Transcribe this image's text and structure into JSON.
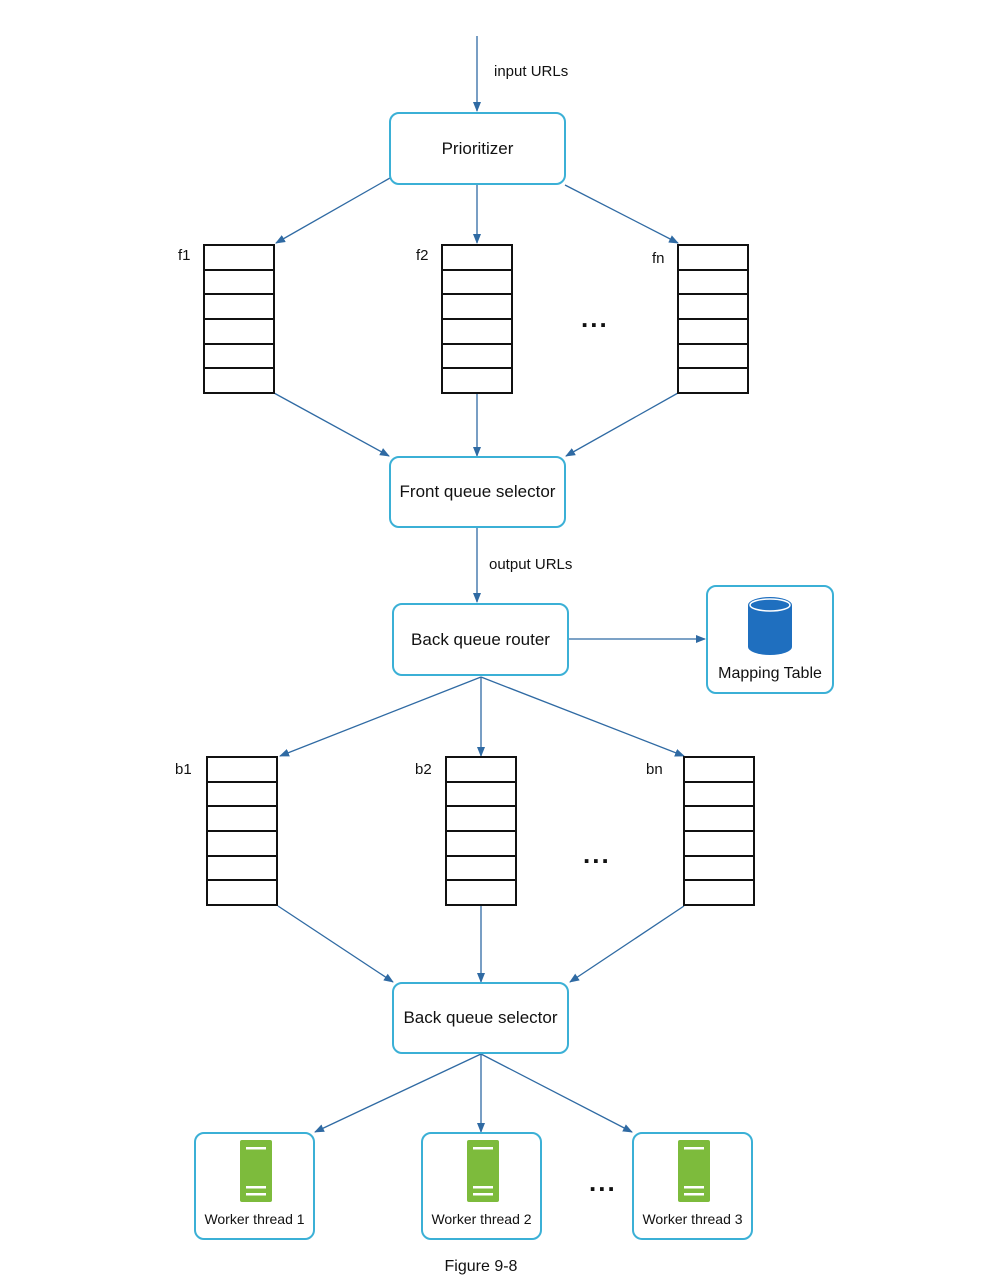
{
  "labels": {
    "input_urls": "input URLs",
    "output_urls": "output URLs",
    "ellipsis": "..."
  },
  "nodes": {
    "prioritizer": "Prioritizer",
    "front_queue_selector": "Front queue selector",
    "back_queue_router": "Back queue router",
    "mapping_table": "Mapping Table",
    "back_queue_selector": "Back queue selector"
  },
  "front_queues": [
    "f1",
    "f2",
    "fn"
  ],
  "back_queues": [
    "b1",
    "b2",
    "bn"
  ],
  "workers": [
    "Worker thread 1",
    "Worker thread 2",
    "Worker thread 3"
  ],
  "caption": "Figure 9-8",
  "colors": {
    "box_border": "#3bb0d6",
    "arrow": "#2f6aa3",
    "database_icon": "#1f6fbf",
    "server_icon": "#7dbb3c"
  },
  "icons": {
    "database": "database-icon",
    "server": "server-icon"
  }
}
